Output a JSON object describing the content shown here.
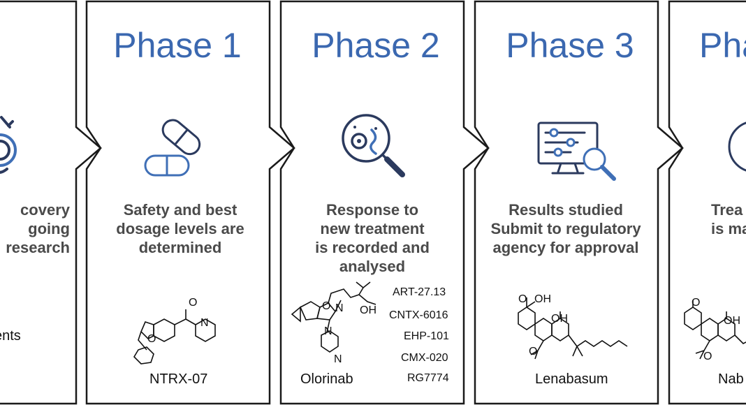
{
  "panels": [
    {
      "id": "discovery",
      "title": "",
      "description": [
        "covery",
        "going",
        "research"
      ],
      "compounds": [
        "ents"
      ]
    },
    {
      "id": "phase1",
      "title": "Phase 1",
      "description": [
        "Safety and best",
        "dosage levels are",
        "determined"
      ],
      "compounds": [
        "NTRX-07"
      ]
    },
    {
      "id": "phase2",
      "title": "Phase 2",
      "description": [
        "Response to",
        "new treatment",
        "is recorded and",
        "analysed"
      ],
      "compounds": [
        "Olorinab",
        "ART-27.13",
        "CNTX-6016",
        "EHP-101",
        "CMX-020",
        "RG7774"
      ]
    },
    {
      "id": "phase3",
      "title": "Phase 3",
      "description": [
        "Results studied",
        "Submit to regulatory",
        "agency for approval"
      ],
      "compounds": [
        "Lenabasum"
      ]
    },
    {
      "id": "phase4",
      "title": "Pha",
      "description": [
        "Trea",
        "is ma"
      ],
      "compounds": [
        "Nab"
      ]
    }
  ],
  "icons": [
    "microscope-icon",
    "capsules-icon",
    "magnifier-cells-icon",
    "monitor-analysis-icon",
    "globe-icon"
  ],
  "colors": {
    "title": "#3b68b0",
    "icon_blue": "#3f6fb6",
    "icon_dark": "#2b3a5e",
    "text": "#4a4a4a",
    "border": "#1a1a1a"
  }
}
